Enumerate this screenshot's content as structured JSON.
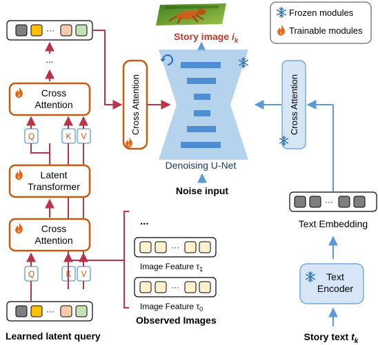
{
  "legend": {
    "frozen_label": "Frozen modules",
    "trainable_label": "Trainable modules",
    "frozen_icon": "snowflake-icon",
    "trainable_icon": "flame-icon"
  },
  "colors": {
    "module_border": "#c55a11",
    "arrow_red": "#b8344a",
    "arrow_blue": "#5b9bd5",
    "frozen_fill": "#d6e6f6",
    "unet_fill": "#a9cbeb",
    "unet_bar": "#4f8ed0",
    "token_gray": "#7f7f7f",
    "token_orange": "#ffc000",
    "token_pink": "#f8cbad",
    "token_green": "#c5e0b4",
    "feature_fill": "#fff2cc"
  },
  "left": {
    "cross_attention_top": "Cross\nAttention",
    "latent_transformer": "Latent\nTransformer",
    "cross_attention_bottom": "Cross\nAttention",
    "q": "Q",
    "k": "K",
    "v": "V",
    "dots": "...",
    "token_ellipsis": "···",
    "caption": "Learned latent query"
  },
  "middle": {
    "cross_attention": "Cross Attention",
    "story_image_label": "Story image ",
    "story_image_var": "i",
    "story_image_sub": "k",
    "unet_label": "Denoising U-Net",
    "noise_input": "Noise input",
    "dots": "...",
    "feature_1_label": "Image Feature τ",
    "feature_1_sub": "1",
    "feature_0_label": "Image Feature τ",
    "feature_0_sub": "0",
    "observed_images": "Observed Images",
    "token_ellipsis": "···"
  },
  "right": {
    "cross_attention": "Cross Attention",
    "text_embedding": "Text Embedding",
    "text_encoder": "Text\nEncoder",
    "story_text_label": "Story text ",
    "story_text_var": "t",
    "story_text_sub": "k",
    "token_ellipsis": "···"
  }
}
